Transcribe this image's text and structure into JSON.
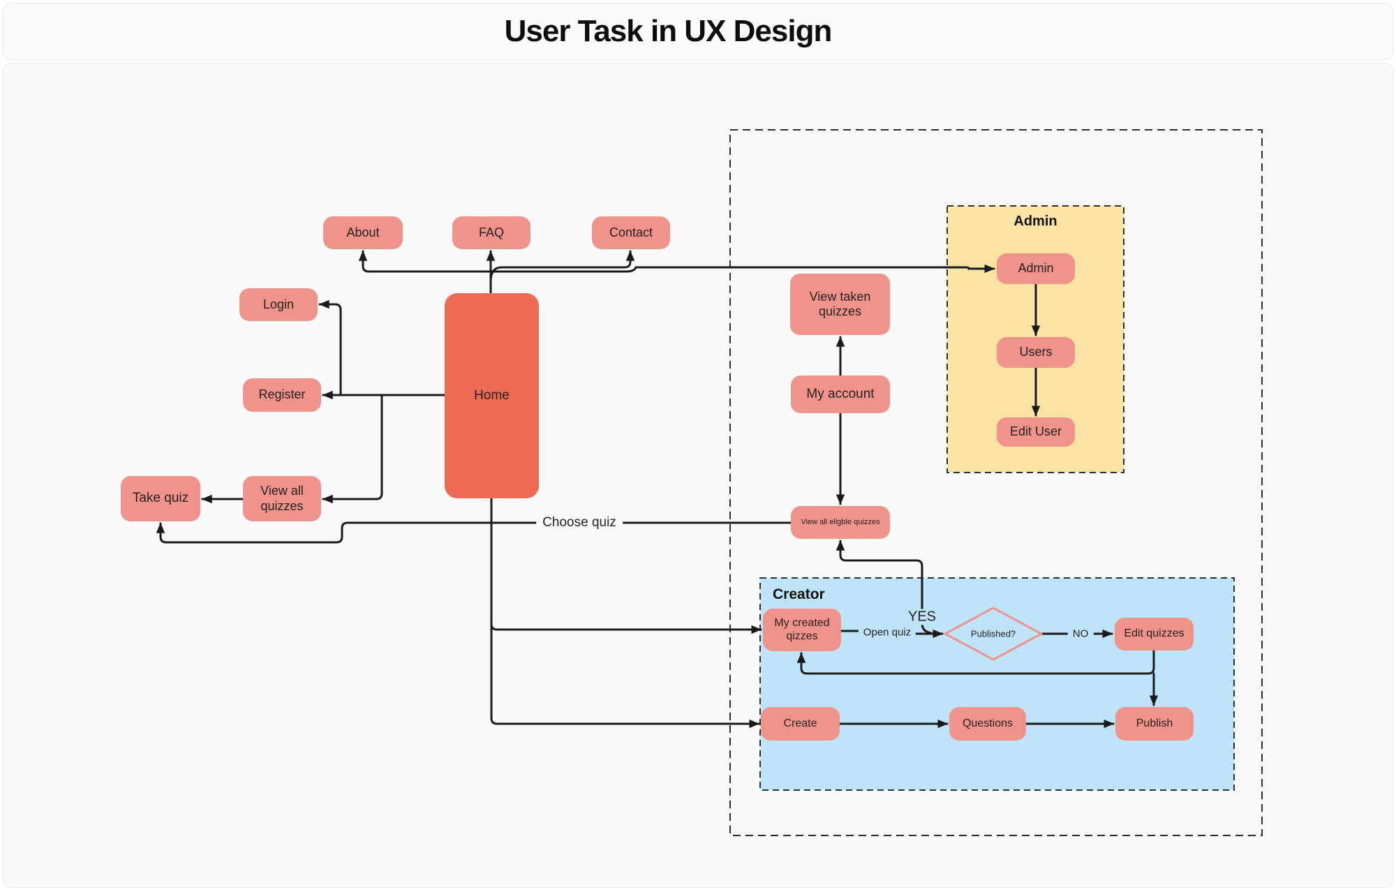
{
  "title": "User Task in UX Design",
  "nodes": {
    "about": "About",
    "faq": "FAQ",
    "contact": "Contact",
    "login": "Login",
    "register": "Register",
    "take_quiz": "Take quiz",
    "view_all_quizzes": "View all quizzes",
    "home": "Home",
    "view_taken_quizzes": "View taken quizzes",
    "my_account": "My account",
    "view_all_eligble_quizzes": "View all eligble quizzes",
    "admin": "Admin",
    "users": "Users",
    "edit_user": "Edit User",
    "my_created_qizzes": "My created qizzes",
    "published": "Published?",
    "edit_quizzes": "Edit quizzes",
    "create": "Create",
    "questions": "Questions",
    "publish": "Publish"
  },
  "panels": {
    "admin": "Admin",
    "creator": "Creator"
  },
  "edge_labels": {
    "choose_quiz": "Choose quiz",
    "open_quiz": "Open quiz",
    "yes": "YES",
    "no": "NO"
  },
  "colors": {
    "node-fill": "#F0938B",
    "home-fill": "#ED6A55",
    "admin-panel-fill": "#FAE3A3",
    "creator-panel-fill": "#BEE4F9",
    "diamond-stroke": "#F0938B",
    "line": "#1A1A1A",
    "text": "#26211E",
    "panel-border": "#2E2E2E",
    "page-bg": "#FFFFFF",
    "card-bg": "#FCFCFC",
    "canvas-bg": "#FAFAFA",
    "card-border": "#E7E7E7"
  }
}
